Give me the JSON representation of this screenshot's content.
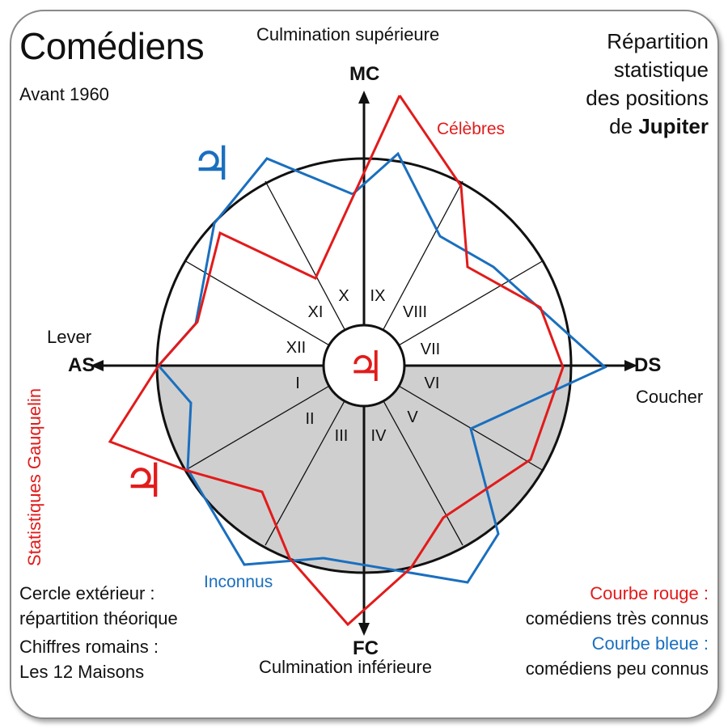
{
  "title": "Comédiens",
  "subtitle": "Avant 1960",
  "right_title": {
    "line1": "Répartition",
    "line2": "statistique",
    "line3": "des positions",
    "line4_prefix": "de ",
    "line4_bold": "Jupiter"
  },
  "axes": {
    "top_caption": "Culmination supérieure",
    "top": "MC",
    "bottom": "FC",
    "bottom_caption": "Culmination inférieure",
    "left_caption": "Lever",
    "left": "AS",
    "right": "DS",
    "right_caption": "Coucher"
  },
  "vertical_label": "Statistiques Gauquelin",
  "series_labels": {
    "red": "Célèbres",
    "blue": "Inconnus"
  },
  "jupiter_glyph": "♃",
  "houses": [
    "I",
    "II",
    "III",
    "IV",
    "V",
    "VI",
    "VII",
    "VIII",
    "IX",
    "X",
    "XI",
    "XII"
  ],
  "legend_left": {
    "l1": "Cercle extérieur :",
    "l2": "répartition théorique",
    "l3": "Chiffres romains :",
    "l4": "Les 12 Maisons"
  },
  "legend_right": {
    "red_head": "Courbe rouge :",
    "red_text": "comédiens très connus",
    "blue_head": "Courbe bleue :",
    "blue_text": "comédiens peu connus"
  },
  "colors": {
    "red": "#e21b1b",
    "blue": "#1a6fbf",
    "lower_half": "#cfcfcf"
  }
}
